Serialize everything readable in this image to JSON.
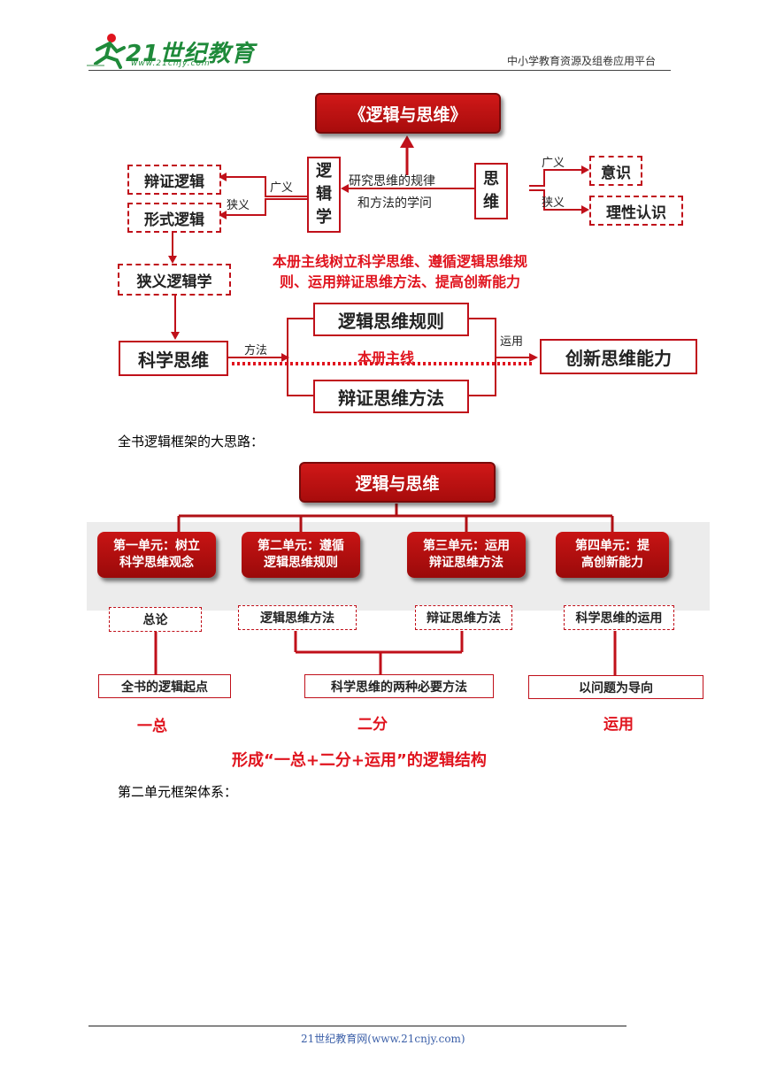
{
  "header": {
    "logo_name": "21世纪教育",
    "logo_url": "www.21cnjy.com",
    "platform": "中小学教育资源及组卷应用平台"
  },
  "diagram1": {
    "title": "《逻辑与思维》",
    "logic_box": "逻\n辑\n学",
    "thinking_box": "思\n维",
    "middle_text_1": "研究思维的规律",
    "middle_text_2": "和方法的学问",
    "left_broad_label": "广义",
    "left_narrow_label": "狭义",
    "dialectical_logic": "辩证逻辑",
    "formal_logic": "形式逻辑",
    "right_broad_label": "广义",
    "right_narrow_label": "狭义",
    "consciousness": "意识",
    "rational_cognition": "理性认识",
    "narrow_logic": "狭义逻辑学",
    "mainline_1": "本册主线树立科学思维、遵循逻辑思维规",
    "mainline_2": "则、运用辩证思维方法、提高创新能力",
    "logic_rules": "逻辑思维规则",
    "scientific_thinking": "科学思维",
    "method_label": "方法",
    "book_mainline": "本册主线",
    "apply_label": "运用",
    "innovative_ability": "创新思维能力",
    "dialectical_methods": "辩证思维方法"
  },
  "caption1": "全书逻辑框架的大思路：",
  "diagram2": {
    "title": "逻辑与思维",
    "units": [
      {
        "label": "第一单元：树立\n科学思维观念",
        "sub": "总论"
      },
      {
        "label": "第二单元：遵循\n逻辑思维规则",
        "sub": "逻辑思维方法"
      },
      {
        "label": "第三单元：运用\n辩证思维方法",
        "sub": "辩证思维方法"
      },
      {
        "label": "第四单元：提\n高创新能力",
        "sub": "科学思维的运用"
      }
    ],
    "start_point": "全书的逻辑起点",
    "two_methods": "科学思维的两种必要方法",
    "problem_oriented": "以问题为导向",
    "one_whole": "一总",
    "two_parts": "二分",
    "application": "运用",
    "structure": "形成“一总+二分+运用”的逻辑结构"
  },
  "caption2": "第二单元框架体系：",
  "footer": "21世纪教育网(www.21cnjy.com)"
}
